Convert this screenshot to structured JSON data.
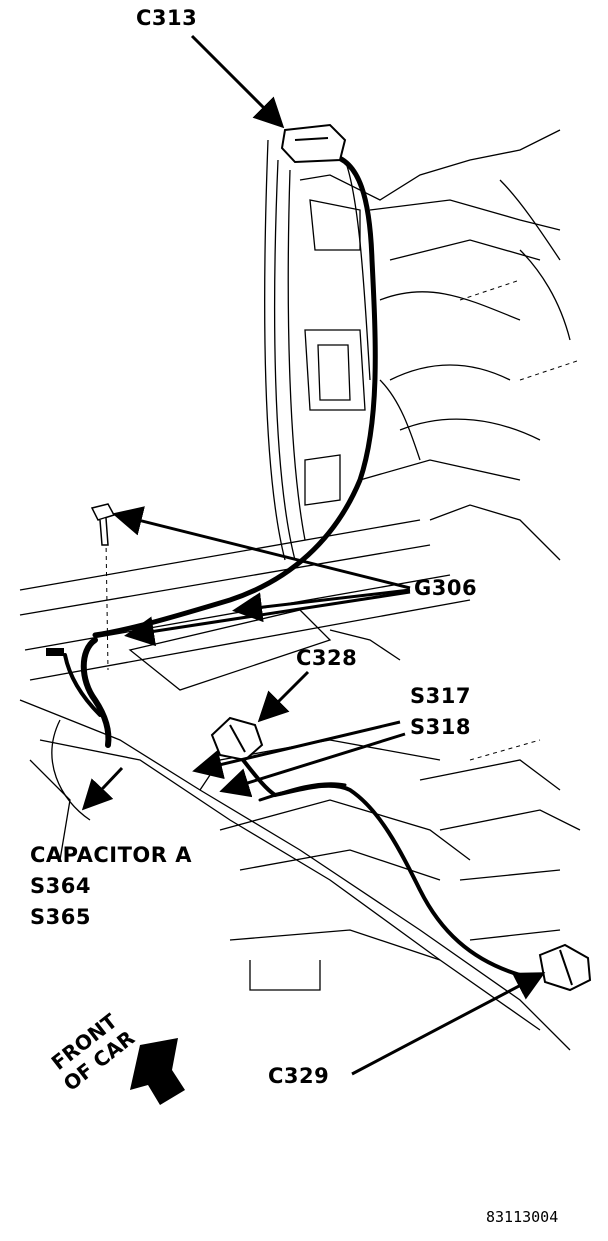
{
  "labels": {
    "c313": "C313",
    "g306": "G306",
    "c328": "C328",
    "s317": "S317",
    "s318": "S318",
    "capacitor": "CAPACITOR A",
    "s364": "S364",
    "s365": "S365",
    "c329": "C329",
    "front_line1": "FRONT",
    "front_line2": "OF CAR"
  },
  "figure_ref": "83113004",
  "colors": {
    "ink": "#000000",
    "paper": "#ffffff"
  }
}
